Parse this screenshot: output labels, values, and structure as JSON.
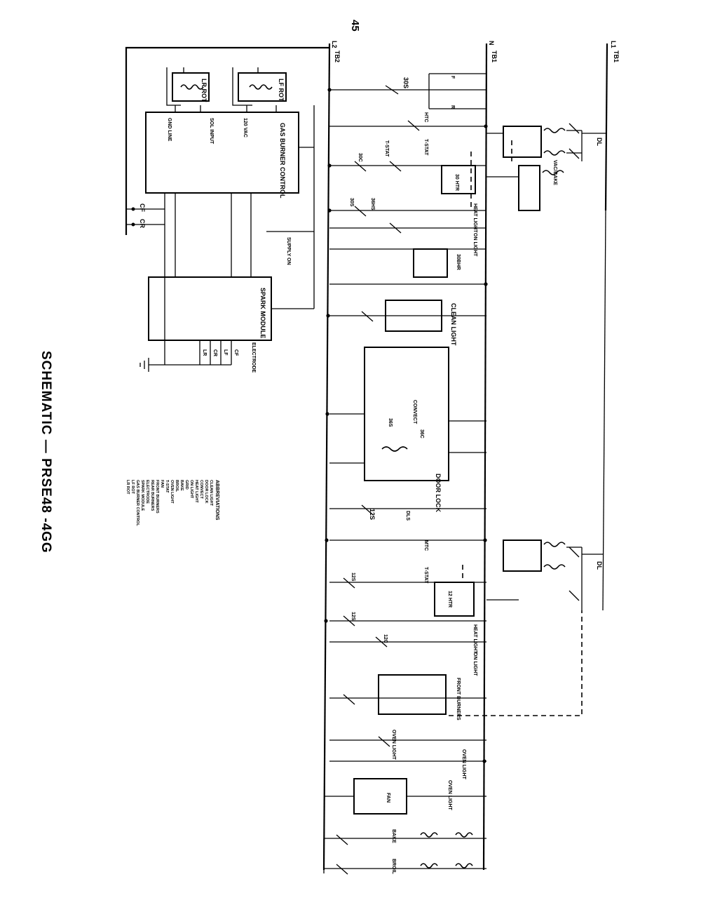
{
  "title": "SCHEMATIC — PRSE48 -4GG",
  "page_number": "45",
  "rails": {
    "l2": "L2",
    "n": "N",
    "l1": "L1",
    "tb1": "TB1",
    "tb2": "TB2"
  },
  "abbreviations_heading": "ABBREVIATIONS",
  "components": {
    "ignition_control": "GAS BURNER CONTROL",
    "spark_module": "SPARK MODULE",
    "lf_rot": "LF ROT",
    "lr_rot": "LR ROT",
    "door_lock": "DOOR LOCK",
    "convect": "CONVECT",
    "meat_light": "HEAT LIGHT",
    "on_light": "ON LIGHT",
    "clean_light": "CLEAN LIGHT",
    "grid": "GRID",
    "bake": "BAKE",
    "broil": "BROIL",
    "oven_light": "OVEN LIGHT",
    "tstat": "T-STAT",
    "fan": "FAN",
    "front_burners": "FRONT BURNERS",
    "rear_burners": "REAR BURNERS",
    "electrode": "ELECTRODE"
  },
  "switch_labels": [
    "30S",
    "30C",
    "36S",
    "36C",
    "12S",
    "12C",
    "CF",
    "CR",
    "LF",
    "LR",
    "HTC",
    "MTC",
    "DL",
    "DLS"
  ],
  "icons": {
    "ground": "ground-icon",
    "switch": "switch-contact-icon",
    "coil": "coil-icon",
    "node": "junction-dot-icon"
  }
}
